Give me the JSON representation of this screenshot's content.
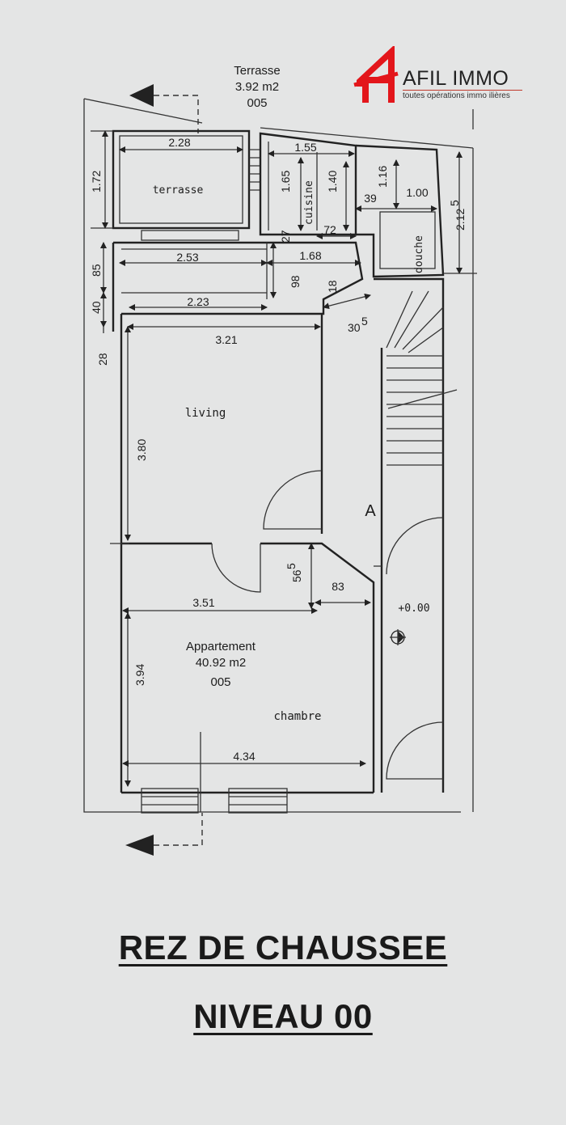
{
  "logo": {
    "name": "AFIL IMMO",
    "tagline": "toutes opérations immo  ilières",
    "color": "#e3161b"
  },
  "labels": {
    "terrasse_top": "Terrasse",
    "terrasse_area": "3.92 m2",
    "terrasse_code": "005",
    "terrasse_room": "terrasse",
    "cuisine": "cuisine",
    "douche": "douche",
    "living": "living",
    "stair_letter": "A",
    "level_mark": "+0.00",
    "appartement": "Appartement",
    "appartement_area": "40.92 m2",
    "appartement_code": "005",
    "chambre": "chambre"
  },
  "dimensions": {
    "d228": "2.28",
    "d172": "1.72",
    "d155": "1.55",
    "d165": "1.65",
    "d140": "1.40",
    "d116": "1.16",
    "d39": "39",
    "d100": "1.00",
    "d2125": "2.12",
    "d2125_sup": "5",
    "d72": "72",
    "d27": "27",
    "d85": "85",
    "d253": "2.53",
    "d168": "1.68",
    "d98": "98",
    "d18": "18",
    "d40": "40",
    "d223": "2.23",
    "d305": "30",
    "d305_sup": "5",
    "d28": "28",
    "d321": "3.21",
    "d380": "3.80",
    "d565": "56",
    "d565_sup": "5",
    "d83": "83",
    "d351": "3.51",
    "d394": "3.94",
    "d434": "4.34"
  },
  "title": {
    "line1": "REZ DE CHAUSSEE",
    "line2": "NIVEAU 00"
  }
}
